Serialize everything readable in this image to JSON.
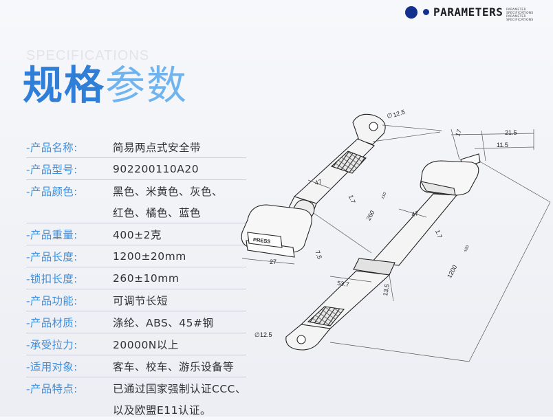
{
  "header": {
    "brand": "PARAMETERS",
    "brand_sub": "PARAMETER SPECIFICATIONS PARAMETER SPECIFICATIONS"
  },
  "title": {
    "en": "SPECIFICATIONS",
    "cn_part1": "规格",
    "cn_part2": "参数"
  },
  "specs": [
    {
      "label": "-产品名称:",
      "value": "简易两点式安全带"
    },
    {
      "label": "-产品型号:",
      "value": "902200110A20"
    },
    {
      "label": "-产品颜色:",
      "value": "黑色、米黄色、灰色、"
    },
    {
      "label": "",
      "value": "红色、橘色、蓝色"
    },
    {
      "label": "-产品重量:",
      "value": "400±2克"
    },
    {
      "label": "-产品长度:",
      "value": "1200±20mm"
    },
    {
      "label": "-锁扣长度:",
      "value": "260±10mm"
    },
    {
      "label": "-产品功能:",
      "value": "可调节长短"
    },
    {
      "label": "-产品材质:",
      "value": "涤纶、ABS、45#钢"
    },
    {
      "label": "-承受拉力:",
      "value": "20000N以上"
    },
    {
      "label": "-适用对象:",
      "value": "客车、校车、游乐设备等"
    },
    {
      "label": "-产品特点:",
      "value": "已通过国家强制认证CCC、"
    },
    {
      "label": "",
      "value": "以及欧盟E11认证。"
    }
  ],
  "diagram": {
    "press": "PRESS",
    "dim_hole_top": "12.5",
    "dim_hole_bottom": "12.5",
    "dim_17a": "17",
    "dim_21": "21.5",
    "dim_11": "11.5",
    "dim_47a": "47",
    "dim_47b": "47",
    "dim_17b": "1.7",
    "dim_17c": "1.7",
    "dim_260": "260",
    "tol_260": "±10",
    "dim_1200": "1200",
    "tol_1200": "±20",
    "dim_27": "27",
    "dim_75": "7.5",
    "dim_537": "53.7",
    "dim_135": "13.5"
  }
}
